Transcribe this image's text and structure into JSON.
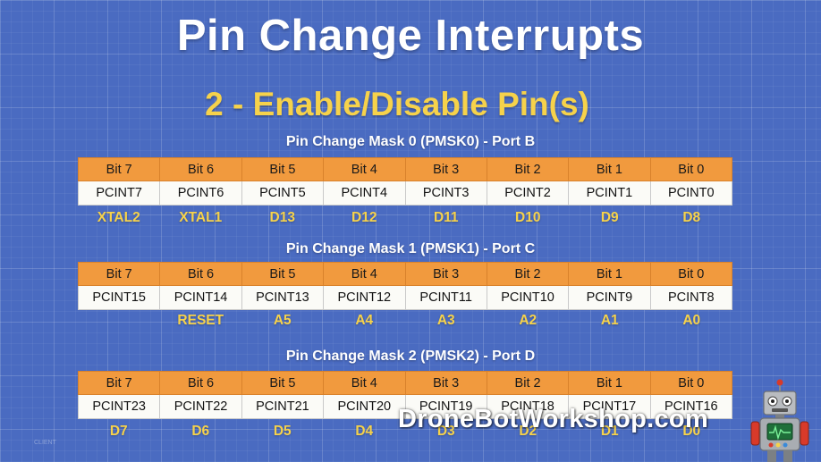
{
  "title": "Pin Change Interrupts",
  "subtitle": "2 - Enable/Disable Pin(s)",
  "registers": [
    {
      "name": "Pin Change Mask 0 (PMSK0) - Port B",
      "bits": [
        "Bit 7",
        "Bit 6",
        "Bit 5",
        "Bit 4",
        "Bit 3",
        "Bit 2",
        "Bit 1",
        "Bit 0"
      ],
      "names": [
        "PCINT7",
        "PCINT6",
        "PCINT5",
        "PCINT4",
        "PCINT3",
        "PCINT2",
        "PCINT1",
        "PCINT0"
      ],
      "pins": [
        "XTAL2",
        "XTAL1",
        "D13",
        "D12",
        "D11",
        "D10",
        "D9",
        "D8"
      ]
    },
    {
      "name": "Pin Change Mask 1 (PMSK1) - Port C",
      "bits": [
        "Bit 7",
        "Bit 6",
        "Bit 5",
        "Bit 4",
        "Bit 3",
        "Bit 2",
        "Bit 1",
        "Bit 0"
      ],
      "names": [
        "PCINT15",
        "PCINT14",
        "PCINT13",
        "PCINT12",
        "PCINT11",
        "PCINT10",
        "PCINT9",
        "PCINT8"
      ],
      "pins": [
        "",
        "RESET",
        "A5",
        "A4",
        "A3",
        "A2",
        "A1",
        "A0"
      ]
    },
    {
      "name": "Pin Change Mask 2 (PMSK2) - Port D",
      "bits": [
        "Bit 7",
        "Bit 6",
        "Bit 5",
        "Bit 4",
        "Bit 3",
        "Bit 2",
        "Bit 1",
        "Bit 0"
      ],
      "names": [
        "PCINT23",
        "PCINT22",
        "PCINT21",
        "PCINT20",
        "PCINT19",
        "PCINT18",
        "PCINT17",
        "PCINT16"
      ],
      "pins": [
        "D7",
        "D6",
        "D5",
        "D4",
        "D3",
        "D2",
        "D1",
        "D0"
      ]
    }
  ],
  "watermark": "DroneBotWorkshop.com",
  "corner_label": "CLIENT",
  "colors": {
    "background": "#4a6bc1",
    "header_row": "#f19a3e",
    "name_row": "#fbfbf7",
    "pin_text": "#f6d24b",
    "title_text": "#ffffff"
  },
  "icons": [
    "robot-mascot-icon"
  ]
}
